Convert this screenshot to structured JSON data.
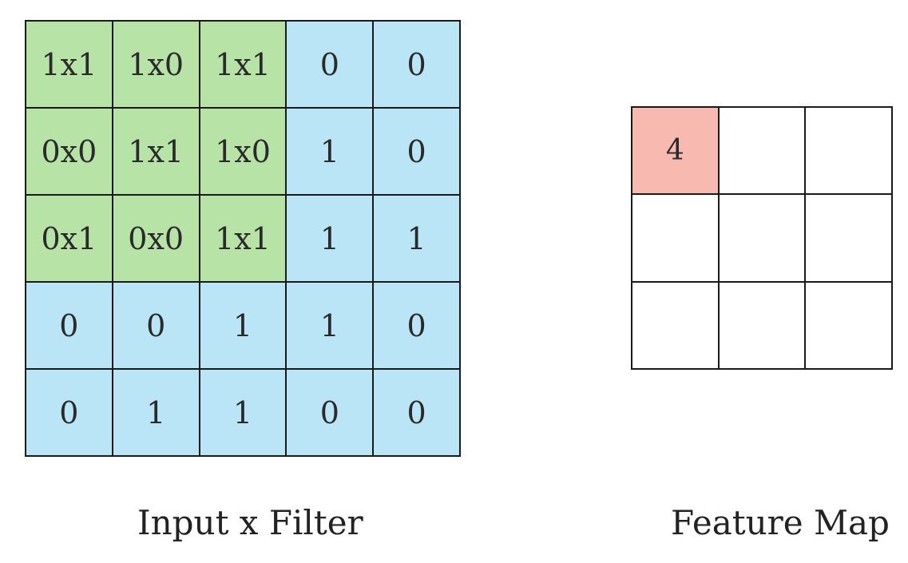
{
  "colors": {
    "filter_cell": "#b7e3a6",
    "input_cell": "#b9e5f7",
    "result_cell": "#f8b9b1",
    "empty_cell": "#ffffff"
  },
  "input_grid": {
    "caption": "Input x Filter",
    "cells": [
      [
        {
          "text": "1x1",
          "in_filter": true
        },
        {
          "text": "1x0",
          "in_filter": true
        },
        {
          "text": "1x1",
          "in_filter": true
        },
        {
          "text": "0",
          "in_filter": false
        },
        {
          "text": "0",
          "in_filter": false
        }
      ],
      [
        {
          "text": "0x0",
          "in_filter": true
        },
        {
          "text": "1x1",
          "in_filter": true
        },
        {
          "text": "1x0",
          "in_filter": true
        },
        {
          "text": "1",
          "in_filter": false
        },
        {
          "text": "0",
          "in_filter": false
        }
      ],
      [
        {
          "text": "0x1",
          "in_filter": true
        },
        {
          "text": "0x0",
          "in_filter": true
        },
        {
          "text": "1x1",
          "in_filter": true
        },
        {
          "text": "1",
          "in_filter": false
        },
        {
          "text": "1",
          "in_filter": false
        }
      ],
      [
        {
          "text": "0",
          "in_filter": false
        },
        {
          "text": "0",
          "in_filter": false
        },
        {
          "text": "1",
          "in_filter": false
        },
        {
          "text": "1",
          "in_filter": false
        },
        {
          "text": "0",
          "in_filter": false
        }
      ],
      [
        {
          "text": "0",
          "in_filter": false
        },
        {
          "text": "1",
          "in_filter": false
        },
        {
          "text": "1",
          "in_filter": false
        },
        {
          "text": "0",
          "in_filter": false
        },
        {
          "text": "0",
          "in_filter": false
        }
      ]
    ]
  },
  "feature_map": {
    "caption": "Feature Map",
    "cells": [
      [
        {
          "text": "4",
          "highlighted": true
        },
        {
          "text": "",
          "highlighted": false
        },
        {
          "text": "",
          "highlighted": false
        }
      ],
      [
        {
          "text": "",
          "highlighted": false
        },
        {
          "text": "",
          "highlighted": false
        },
        {
          "text": "",
          "highlighted": false
        }
      ],
      [
        {
          "text": "",
          "highlighted": false
        },
        {
          "text": "",
          "highlighted": false
        },
        {
          "text": "",
          "highlighted": false
        }
      ]
    ]
  }
}
